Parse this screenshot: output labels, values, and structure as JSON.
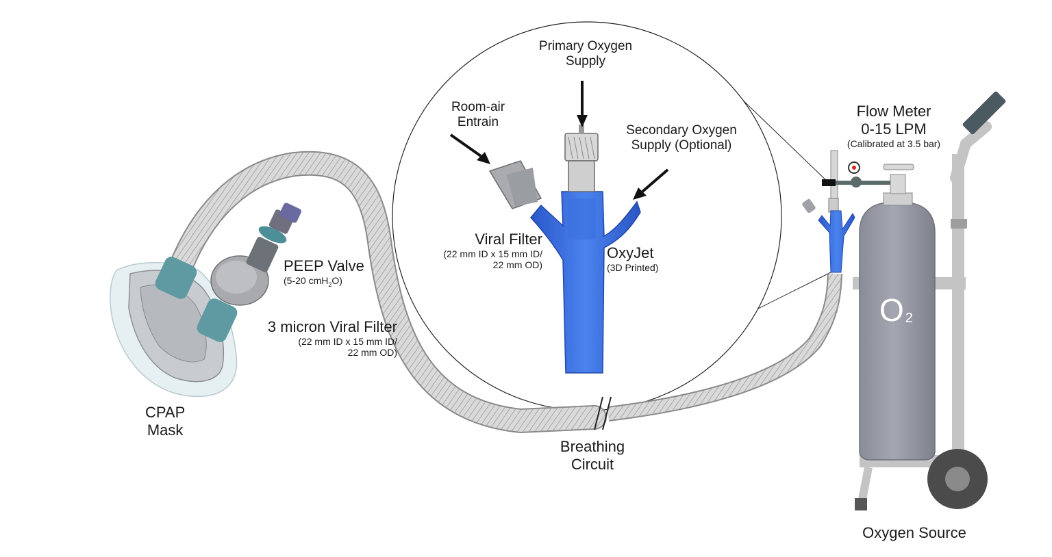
{
  "labels": {
    "cpap_mask": [
      "CPAP",
      "Mask"
    ],
    "peep_valve": {
      "title": "PEEP Valve",
      "range_prefix": "(5-20 cmH",
      "range_sub": "2",
      "range_suffix": "O)"
    },
    "viral_filter_small": {
      "title": "3 micron Viral Filter",
      "spec": [
        "(22 mm ID x 15 mm ID/",
        "22 mm OD)"
      ]
    },
    "viral_filter_zoom": {
      "title": "Viral Filter",
      "spec": [
        "(22 mm ID x 15 mm ID/",
        "22 mm OD)"
      ]
    },
    "primary_oxygen": [
      "Primary Oxygen",
      "Supply"
    ],
    "room_air": [
      "Room-air",
      "Entrain"
    ],
    "secondary_oxygen": [
      "Secondary Oxygen",
      "Supply (Optional)"
    ],
    "oxyjet": {
      "title": "OxyJet",
      "note": "(3D Printed)"
    },
    "flow_meter": {
      "title": "Flow Meter",
      "range": "0-15 LPM",
      "note": "(Calibrated at 3.5 bar)"
    },
    "breathing_circuit": [
      "Breathing",
      "Circuit"
    ],
    "oxygen_source": "Oxygen Source",
    "cylinder": {
      "symbol": "O",
      "subscript": "2"
    }
  },
  "colors": {
    "oxyjet_blue": "#3a6fe0",
    "cylinder_gray": "#9a9ca8",
    "tube_gray": "#d2d2d2",
    "connector_teal": "#5f9aa3",
    "cart_gray": "#c4c4c4",
    "handle_dark": "#4a5a60"
  }
}
